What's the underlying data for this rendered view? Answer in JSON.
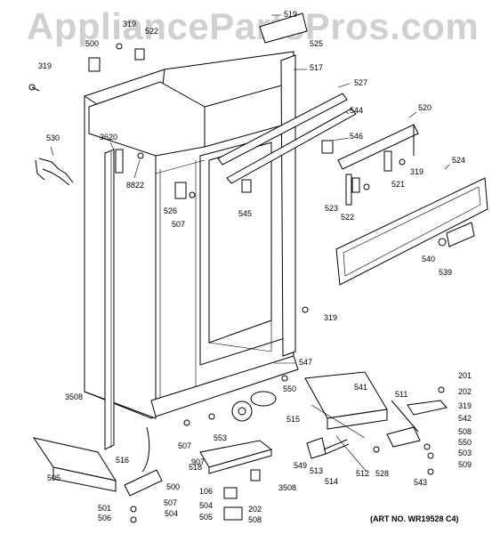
{
  "watermark": "AppliancePartsPros.com",
  "art_number": "(ART NO. WR19528 C4)",
  "callouts": [
    "519",
    "319",
    "522",
    "500",
    "525",
    "319",
    "517",
    "527",
    "544",
    "520",
    "546",
    "530",
    "3620",
    "8822",
    "319",
    "524",
    "526",
    "521",
    "507",
    "545",
    "523",
    "522",
    "540",
    "539",
    "319",
    "547",
    "201",
    "550",
    "202",
    "541",
    "511",
    "3508",
    "319",
    "515",
    "542",
    "508",
    "507",
    "553",
    "550",
    "503",
    "516",
    "518",
    "907",
    "549",
    "513",
    "514",
    "512",
    "528",
    "509",
    "505",
    "500",
    "3508",
    "543",
    "504",
    "106",
    "202",
    "501",
    "507",
    "506",
    "504",
    "505",
    "508",
    "503"
  ]
}
